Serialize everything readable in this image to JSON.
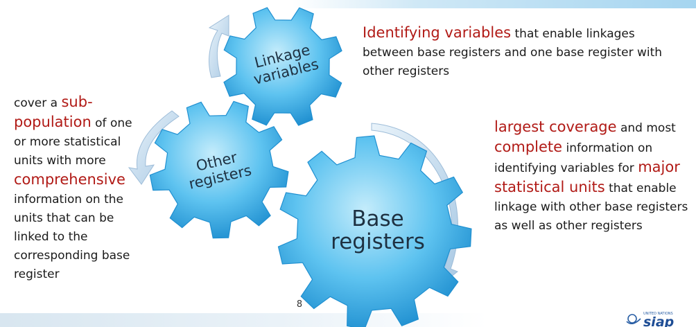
{
  "gears": {
    "linkage": {
      "line1": "Linkage",
      "line2": "variables"
    },
    "other": {
      "line1": "Other",
      "line2": "registers"
    },
    "base": {
      "line1": "Base",
      "line2": "registers"
    }
  },
  "texts": {
    "left": {
      "p1": "cover a ",
      "h1": "sub-population",
      "p2": " of one or more statistical units with more ",
      "h2": "comprehensive",
      "p3": " information on the units that can be linked to the corresponding base register"
    },
    "top_right": {
      "h1": "Identifying variables",
      "p1": " that enable linkages between base registers and one base register with other registers"
    },
    "right": {
      "h1": "largest coverage",
      "p1": " and most ",
      "h2": "complete",
      "p2": " information on identifying variables for ",
      "h3": "major statistical units",
      "p3": " that enable linkage with other base registers as well as other registers"
    }
  },
  "page_number": "8",
  "logo": {
    "text": "siap",
    "small_text": "UNITED NATIONS"
  },
  "colors": {
    "gear_light": "#c4ecfb",
    "gear_mid": "#5ec3f0",
    "gear_dark": "#1f8fd0",
    "highlight_red": "#b11a16"
  }
}
